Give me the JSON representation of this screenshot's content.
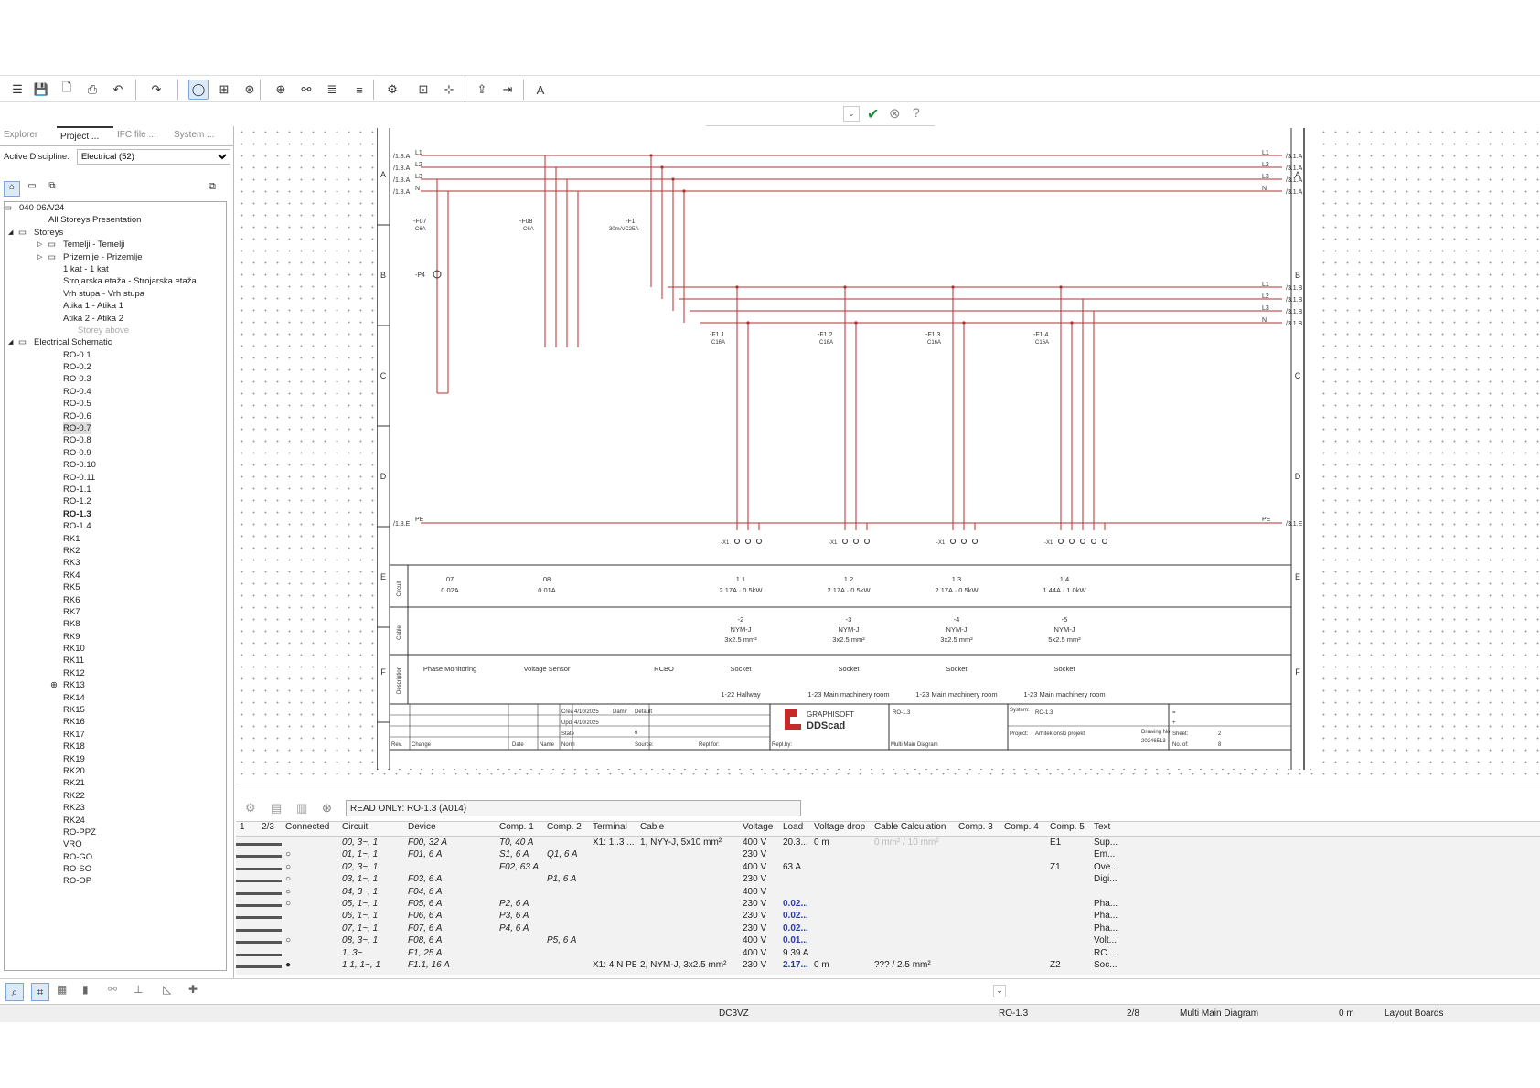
{
  "toolbar": {
    "icons": [
      "open-icon",
      "save-icon",
      "new-icon",
      "print-icon",
      "undo-icon",
      "redo-icon",
      "select-mode-icon",
      "grid-mode-icon",
      "symbol-mode-icon",
      "zoom-icon",
      "connect-icon",
      "layer-icon",
      "layer2-icon",
      "settings-icon",
      "frame-icon",
      "select-add-icon",
      "export-icon",
      "export2-icon",
      "text-icon"
    ]
  },
  "subbar": {
    "confirm": "✔",
    "cancel": "⊗",
    "help": "?"
  },
  "left_panel": {
    "tabs": [
      "Explorer",
      "Project ...",
      "IFC file ...",
      "System ..."
    ],
    "discipline_label": "Active Discipline:",
    "discipline_value": "Electrical (52)",
    "tree": [
      {
        "label": "040-06A/24",
        "indent": 1,
        "expand": "◢",
        "style": ""
      },
      {
        "label": "All Storeys Presentation",
        "indent": 3,
        "style": ""
      },
      {
        "label": "Storeys",
        "indent": 2,
        "expand": "◢",
        "style": ""
      },
      {
        "label": "Temelji - Temelji",
        "indent": 4,
        "expand": "▷",
        "style": ""
      },
      {
        "label": "Prizemlje - Prizemlje",
        "indent": 4,
        "expand": "▷",
        "style": ""
      },
      {
        "label": "1 kat - 1 kat",
        "indent": 4,
        "style": ""
      },
      {
        "label": "Strojarska etaža - Strojarska etaža",
        "indent": 4,
        "style": ""
      },
      {
        "label": "Vrh stupa - Vrh stupa",
        "indent": 4,
        "style": ""
      },
      {
        "label": "Atika 1 - Atika 1",
        "indent": 4,
        "style": ""
      },
      {
        "label": "Atika 2 - Atika 2",
        "indent": 4,
        "style": ""
      },
      {
        "label": "Storey above",
        "indent": 5,
        "style": "gray"
      },
      {
        "label": "Electrical Schematic",
        "indent": 2,
        "expand": "◢",
        "style": ""
      },
      {
        "label": "RO-0.1",
        "indent": 4,
        "style": ""
      },
      {
        "label": "RO-0.2",
        "indent": 4,
        "style": ""
      },
      {
        "label": "RO-0.3",
        "indent": 4,
        "style": ""
      },
      {
        "label": "RO-0.4",
        "indent": 4,
        "style": ""
      },
      {
        "label": "RO-0.5",
        "indent": 4,
        "style": ""
      },
      {
        "label": "RO-0.6",
        "indent": 4,
        "style": ""
      },
      {
        "label": "RO-0.7",
        "indent": 4,
        "style": "hl"
      },
      {
        "label": "RO-0.8",
        "indent": 4,
        "style": ""
      },
      {
        "label": "RO-0.9",
        "indent": 4,
        "style": ""
      },
      {
        "label": "RO-0.10",
        "indent": 4,
        "style": ""
      },
      {
        "label": "RO-0.11",
        "indent": 4,
        "style": ""
      },
      {
        "label": "RO-1.1",
        "indent": 4,
        "style": ""
      },
      {
        "label": "RO-1.2",
        "indent": 4,
        "style": ""
      },
      {
        "label": "RO-1.3",
        "indent": 4,
        "style": "bold"
      },
      {
        "label": "RO-1.4",
        "indent": 4,
        "style": ""
      },
      {
        "label": "RK1",
        "indent": 4,
        "style": ""
      },
      {
        "label": "RK2",
        "indent": 4,
        "style": ""
      },
      {
        "label": "RK3",
        "indent": 4,
        "style": ""
      },
      {
        "label": "RK4",
        "indent": 4,
        "style": ""
      },
      {
        "label": "RK5",
        "indent": 4,
        "style": ""
      },
      {
        "label": "RK6",
        "indent": 4,
        "style": ""
      },
      {
        "label": "RK7",
        "indent": 4,
        "style": ""
      },
      {
        "label": "RK8",
        "indent": 4,
        "style": ""
      },
      {
        "label": "RK9",
        "indent": 4,
        "style": ""
      },
      {
        "label": "RK10",
        "indent": 4,
        "style": ""
      },
      {
        "label": "RK11",
        "indent": 4,
        "style": ""
      },
      {
        "label": "RK12",
        "indent": 4,
        "style": ""
      },
      {
        "label": "RK13",
        "indent": 4,
        "style": "",
        "badge": "⊕"
      },
      {
        "label": "RK14",
        "indent": 4,
        "style": ""
      },
      {
        "label": "RK15",
        "indent": 4,
        "style": ""
      },
      {
        "label": "RK16",
        "indent": 4,
        "style": ""
      },
      {
        "label": "RK17",
        "indent": 4,
        "style": ""
      },
      {
        "label": "RK18",
        "indent": 4,
        "style": ""
      },
      {
        "label": "RK19",
        "indent": 4,
        "style": ""
      },
      {
        "label": "RK20",
        "indent": 4,
        "style": ""
      },
      {
        "label": "RK21",
        "indent": 4,
        "style": ""
      },
      {
        "label": "RK22",
        "indent": 4,
        "style": ""
      },
      {
        "label": "RK23",
        "indent": 4,
        "style": ""
      },
      {
        "label": "RK24",
        "indent": 4,
        "style": ""
      },
      {
        "label": "RO-PPZ",
        "indent": 4,
        "style": ""
      },
      {
        "label": "VRO",
        "indent": 4,
        "style": ""
      },
      {
        "label": "RO-GO",
        "indent": 4,
        "style": ""
      },
      {
        "label": "RO-SO",
        "indent": 4,
        "style": ""
      },
      {
        "label": "RO-OP",
        "indent": 4,
        "style": ""
      }
    ]
  },
  "drawing": {
    "rows": [
      "A",
      "B",
      "C",
      "D",
      "E",
      "F"
    ],
    "left_refs": [
      "/1.8.A",
      "/1.8.A",
      "/1.8.A",
      "/1.8.A"
    ],
    "bus_labels": [
      "L1",
      "L2",
      "L3",
      "N"
    ],
    "right_refs_a": [
      "/3.1.A",
      "/3.1.A",
      "/3.1.A",
      "/3.1.A"
    ],
    "right_refs_b": [
      "/3.1.B",
      "/3.1.B",
      "/3.1.B",
      "/3.1.B"
    ],
    "pe_left": "/1.8.E",
    "pe_label": "PE",
    "pe_right": "/3.1.E",
    "devices": [
      {
        "tag": "-F07",
        "rating": "C6A"
      },
      {
        "tag": "-F08",
        "rating": "C6A"
      },
      {
        "tag": "-F1",
        "rating": "30mA/C25A"
      },
      {
        "tag": "-F1.1",
        "rating": "C16A"
      },
      {
        "tag": "-F1.2",
        "rating": "C16A"
      },
      {
        "tag": "-F1.3",
        "rating": "C16A"
      },
      {
        "tag": "-F1.4",
        "rating": "C16A"
      }
    ],
    "lamp": "-P4",
    "terminal": "-X1",
    "band_labels": [
      "Circuit",
      "Cable",
      "Description"
    ],
    "circuits": [
      {
        "id": "07",
        "load": "0.02A",
        "cable_no": "",
        "cable_type": "",
        "cable_size": "",
        "desc": "Phase Monitoring",
        "room": ""
      },
      {
        "id": "08",
        "load": "0.01A",
        "cable_no": "",
        "cable_type": "",
        "cable_size": "",
        "desc": "Voltage Sensor",
        "room": ""
      },
      {
        "id": "",
        "load": "",
        "cable_no": "",
        "cable_type": "",
        "cable_size": "",
        "desc": "RCBO",
        "room": ""
      },
      {
        "id": "1.1",
        "load": "2.17A · 0.5kW",
        "cable_no": "-2",
        "cable_type": "NYM-J",
        "cable_size": "3x2.5 mm²",
        "desc": "Socket",
        "room": "1-22 Hallway"
      },
      {
        "id": "1.2",
        "load": "2.17A · 0.5kW",
        "cable_no": "-3",
        "cable_type": "NYM-J",
        "cable_size": "3x2.5 mm²",
        "desc": "Socket",
        "room": "1-23 Main machinery room"
      },
      {
        "id": "1.3",
        "load": "2.17A · 0.5kW",
        "cable_no": "-4",
        "cable_type": "NYM-J",
        "cable_size": "3x2.5 mm²",
        "desc": "Socket",
        "room": "1-23 Main machinery room"
      },
      {
        "id": "1.4",
        "load": "1.44A · 1.0kW",
        "cable_no": "-5",
        "cable_type": "NYM-J",
        "cable_size": "5x2.5 mm²",
        "desc": "Socket",
        "room": "1-23 Main machinery room"
      }
    ],
    "title_block": {
      "crea": "Crea",
      "crea_date": "4/10/2025",
      "crea_by": "Damir",
      "default": "Default",
      "upd": "Upd.",
      "upd_date": "4/10/2025",
      "state": "State",
      "state_val": "6",
      "rev": "Rev.",
      "change": "Change",
      "date": "Date",
      "name": "Name",
      "norm": "Norm",
      "source": "Source:",
      "repl_for": "Repl.for:",
      "repl_by": "Repl.by:",
      "logo_top": "GRAPHISOFT",
      "logo_bottom": "DDScad",
      "sheet_name": "RO-1.3",
      "diagram": "Multi Main Diagram",
      "system_label": "System:",
      "system": "RO-1.3",
      "eq": "=",
      "plus": "+",
      "project_label": "Project:",
      "project": "Arhitektonski projekt",
      "drawing_no_label": "Drawing No:",
      "drawing_no": "20246513",
      "sheet_label": "Sheet:",
      "sheet": "2",
      "no_of_label": "No. of:",
      "no_of": "8"
    }
  },
  "lower": {
    "readonly": "READ ONLY: RO-1.3 (A014)"
  },
  "grid": {
    "headers": [
      "1",
      "2/3",
      "Connected",
      "Circuit",
      "Device",
      "Comp. 1",
      "Comp. 2",
      "Terminal",
      "Cable",
      "Voltage",
      "Load",
      "Voltage drop",
      "Cable Calculation",
      "Comp. 3",
      "Comp. 4",
      "Comp. 5",
      "Text"
    ],
    "rows": [
      [
        "",
        "",
        "",
        "00, 3~, 1",
        "F00, 32 A",
        "T0, 40 A",
        "",
        "X1: 1..3 ...",
        "1, NYY-J, 5x10 mm²",
        "400 V",
        "20.3...",
        "0 m",
        "0 mm² / 10 mm²",
        "",
        "",
        "E1",
        "Sup..."
      ],
      [
        "",
        "",
        "○",
        "01, 1~, 1",
        "F01, 6 A",
        "S1, 6 A",
        "Q1, 6 A",
        "",
        "",
        "230 V",
        "",
        "",
        "",
        "",
        "",
        "",
        "Em..."
      ],
      [
        "",
        "",
        "○",
        "02, 3~, 1",
        "",
        "F02, 63 A",
        "",
        "",
        "",
        "400 V",
        "63 A",
        "",
        "",
        "",
        "",
        "Z1",
        "Ove..."
      ],
      [
        "",
        "",
        "○",
        "03, 1~, 1",
        "F03, 6 A",
        "",
        "P1, 6 A",
        "",
        "",
        "230 V",
        "",
        "",
        "",
        "",
        "",
        "",
        "Digi..."
      ],
      [
        "",
        "",
        "○",
        "04, 3~, 1",
        "F04, 6 A",
        "",
        "",
        "",
        "",
        "400 V",
        "",
        "",
        "",
        "",
        "",
        "",
        ""
      ],
      [
        "",
        "",
        "○",
        "05, 1~, 1",
        "F05, 6 A",
        "P2, 6 A",
        "",
        "",
        "",
        "230 V",
        "0.02...",
        "",
        "",
        "",
        "",
        "",
        "Pha..."
      ],
      [
        "",
        "",
        "",
        "06, 1~, 1",
        "F06, 6 A",
        "P3, 6 A",
        "",
        "",
        "",
        "230 V",
        "0.02...",
        "",
        "",
        "",
        "",
        "",
        "Pha..."
      ],
      [
        "",
        "",
        "",
        "07, 1~, 1",
        "F07, 6 A",
        "P4, 6 A",
        "",
        "",
        "",
        "230 V",
        "0.02...",
        "",
        "",
        "",
        "",
        "",
        "Pha..."
      ],
      [
        "",
        "",
        "○",
        "08, 3~, 1",
        "F08, 6 A",
        "",
        "P5, 6 A",
        "",
        "",
        "400 V",
        "0.01...",
        "",
        "",
        "",
        "",
        "",
        "Volt..."
      ],
      [
        "",
        "",
        "",
        "1, 3~",
        "F1, 25 A",
        "",
        "",
        "",
        "",
        "400 V",
        "9.39 A",
        "",
        "",
        "",
        "",
        "",
        "RC..."
      ],
      [
        "",
        "",
        "●",
        "1.1, 1~, 1",
        "F1.1, 16 A",
        "",
        "",
        "X1: 4 N PE",
        "2, NYM-J, 3x2.5 mm²",
        "230 V",
        "2.17...",
        "0 m",
        "??? / 2.5 mm²",
        "",
        "",
        "Z2",
        "Soc..."
      ]
    ]
  },
  "status": {
    "left": "DC3VZ",
    "sheet": "RO-1.3",
    "page": "2/8",
    "diagram": "Multi Main Diagram",
    "length": "0 m",
    "mode": "Layout Boards"
  }
}
